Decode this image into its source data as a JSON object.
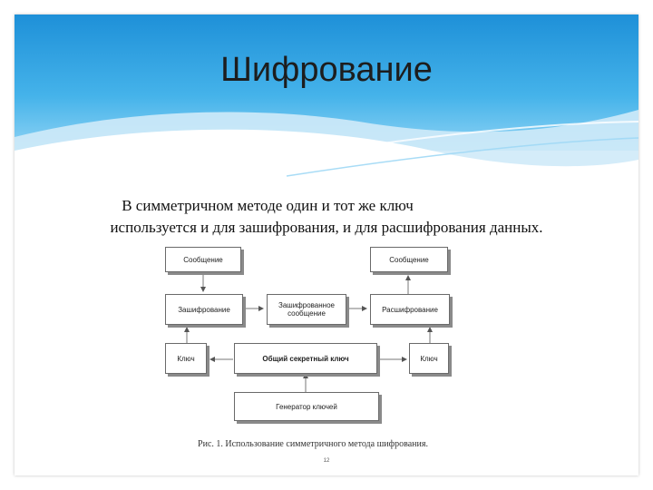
{
  "slide": {
    "title": "Шифрование",
    "text_line1": "В симметричном методе один и тот же ключ",
    "text_line2": "используется и для зашифрования, и для расшифрования данных.",
    "caption": "Рис. 1. Использование симметричного метода шифрования.",
    "page_number": "12"
  },
  "diagram": {
    "message_left": "Сообщение",
    "message_right": "Сообщение",
    "encryption": "Зашифрование",
    "encrypted_message": "Зашифрованное сообщение",
    "decryption": "Расшифрование",
    "key_left": "Ключ",
    "key_right": "Ключ",
    "shared_secret_key": "Общий секретный ключ",
    "key_generator": "Генератор ключей"
  },
  "colors": {
    "header_sky": "#2a9fe0",
    "header_light": "#cfeaf8",
    "box_border": "#6a6a6a"
  }
}
